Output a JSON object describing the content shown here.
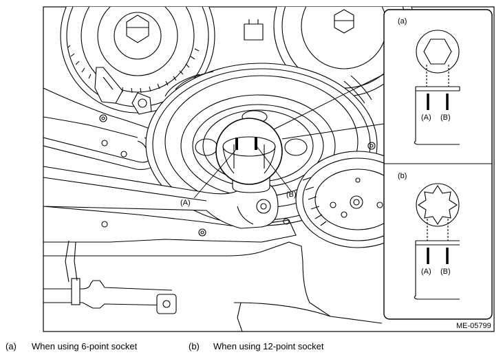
{
  "figure_id": "ME-05799",
  "main_labels": {
    "a": "(A)",
    "b": "(B)"
  },
  "inset_top": {
    "tag": "(a)",
    "label_a": "(A)",
    "label_b": "(B)"
  },
  "inset_bottom": {
    "tag": "(b)",
    "label_a": "(A)",
    "label_b": "(B)"
  },
  "legend": [
    {
      "letter": "(a)",
      "text": "When using 6-point socket"
    },
    {
      "letter": "(b)",
      "text": "When using 12-point socket"
    }
  ]
}
